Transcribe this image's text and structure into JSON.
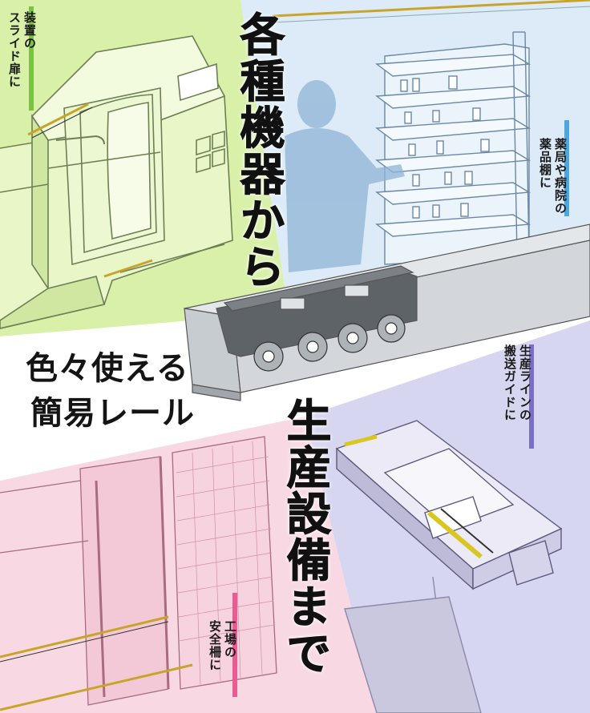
{
  "headline_top": "各種機器から",
  "headline_bottom": "生産設備まで",
  "tagline_line1": "色々使える",
  "tagline_line2": "簡易レール",
  "captions": {
    "slide_door": [
      "装置の",
      "スライド扉に"
    ],
    "pharmacy": [
      "薬局や病院の",
      "薬品棚に"
    ],
    "production": [
      "生産ラインの",
      "搬送ガイドに"
    ],
    "fence": [
      "工場の",
      "安全柵に"
    ]
  },
  "icons": {
    "machine": "machine-tool-illustration",
    "shelf": "medicine-shelf-illustration",
    "rail": "rail-slider-illustration",
    "conveyor": "conveyor-guide-illustration",
    "fence": "safety-fence-illustration",
    "person": "person-silhouette"
  },
  "colors": {
    "green_panel": "#d8f0a8",
    "blue_panel": "#dcebf7",
    "lavender_panel": "#d7d6f0",
    "pink_panel": "#f8d9e3",
    "green_accent": "#7cc242",
    "blue_accent": "#4ea6dc",
    "purple_accent": "#7b6fc2",
    "pink_accent": "#ec5a94"
  }
}
